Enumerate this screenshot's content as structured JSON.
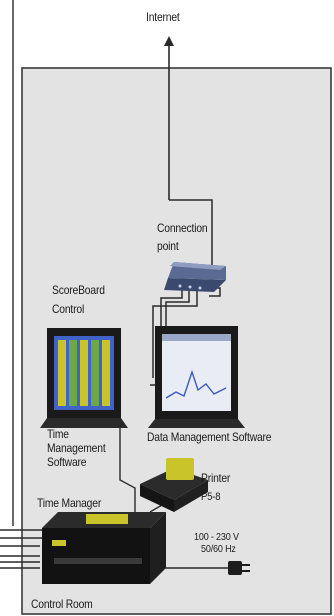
{
  "labels": {
    "internet": "Internet",
    "connection_point_line1": "Connection",
    "connection_point_line2": "point",
    "scoreboard_line1": "ScoreBoard",
    "scoreboard_line2": "Control",
    "time_mgmt_line1": "Time",
    "time_mgmt_line2": "Management",
    "time_mgmt_line3": "Software",
    "data_mgmt": "Data Management Software",
    "printer": "Printer",
    "printer_model": "P5-8",
    "time_manager": "Time Manager",
    "power_line1": "100 - 230 V",
    "power_line2": "50/60 Hz",
    "control_room": "Control Room"
  },
  "colors": {
    "room_fill": "#e3e3e3",
    "room_border": "#3a3a3a",
    "cable": "#2a2a2a",
    "device_body": "#1c1c1c",
    "accent_yellow": "#c9c42a",
    "screen_blue": "#3f63c9"
  }
}
